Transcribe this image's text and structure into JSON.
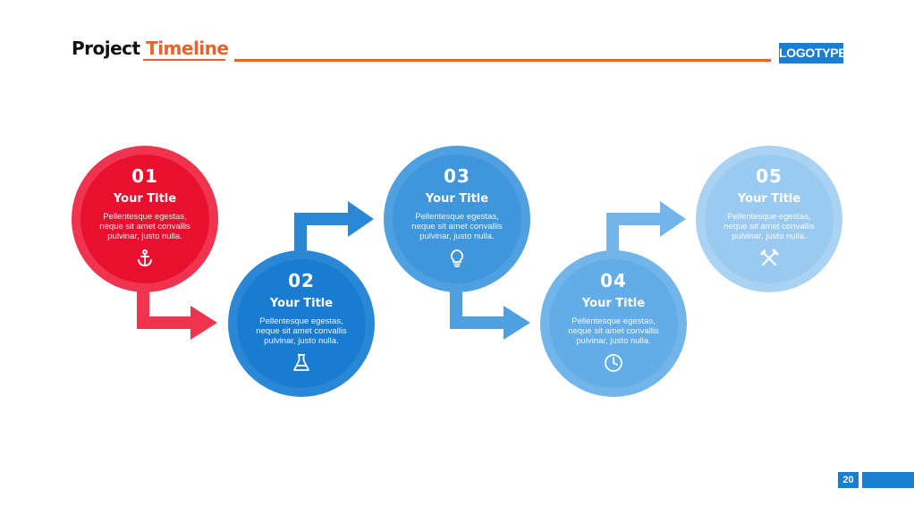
{
  "header": {
    "title_part1": "Project ",
    "title_part2": "Timeline",
    "accent_color": "#e8622c"
  },
  "logo": {
    "text": "LOGOTYPE",
    "color": "#1a7fd1"
  },
  "steps": [
    {
      "number": "01",
      "title": "Your Title",
      "description": "Pellentesque egestas, neque sit amet convallis pulvinar, justo nulla.",
      "icon": "anchor-icon",
      "color": "#f0344f",
      "inner_color": "#e8102e"
    },
    {
      "number": "02",
      "title": "Your Title",
      "description": "Pellentesque egestas, neque sit amet convallis pulvinar, justo nulla.",
      "icon": "flask-icon",
      "color": "#2a87d6",
      "inner_color": "#1a7cd0"
    },
    {
      "number": "03",
      "title": "Your Title",
      "description": "Pellentesque egestas, neque sit amet convallis pulvinar, justo nulla.",
      "icon": "lightbulb-icon",
      "color": "#4ea0e0",
      "inner_color": "#3f96dc"
    },
    {
      "number": "04",
      "title": "Your Title",
      "description": "Pellentesque egestas, neque sit amet convallis pulvinar, justo nulla.",
      "icon": "clock-icon",
      "color": "#72b5ea",
      "inner_color": "#62ace7"
    },
    {
      "number": "05",
      "title": "Your Title",
      "description": "Pellentesque egestas, neque sit amet convallis pulvinar, justo nulla.",
      "icon": "tools-icon",
      "color": "#a9d2f3",
      "inner_color": "#9bcaf1"
    }
  ],
  "footer": {
    "page_number": "20",
    "color": "#1a7fd1"
  }
}
